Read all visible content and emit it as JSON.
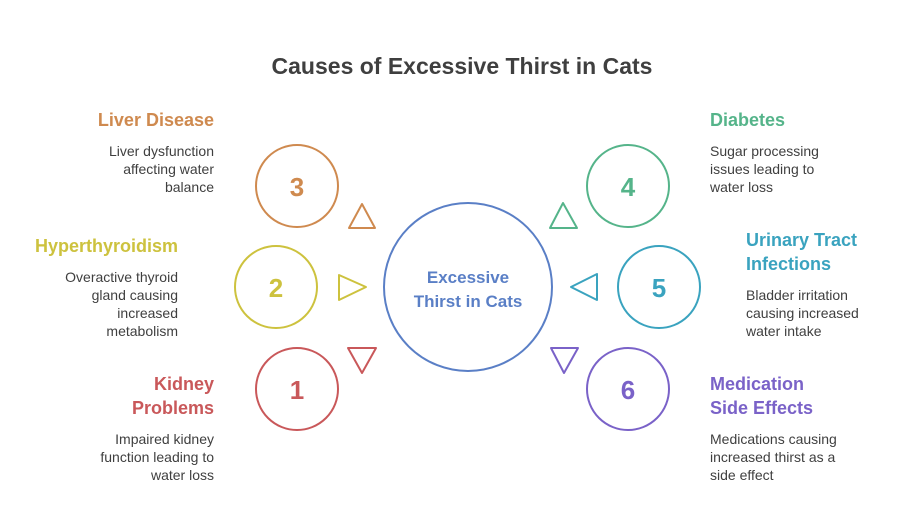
{
  "title": "Causes of Excessive Thirst in Cats",
  "center": {
    "line1": "Excessive",
    "line2": "Thirst in Cats",
    "color": "#5a7fc6"
  },
  "causes": [
    {
      "number": "1",
      "title": "Kidney\nProblems",
      "description": "Impaired kidney\nfunction leading to\nwater loss",
      "color": "#c9585a"
    },
    {
      "number": "2",
      "title": "Hyperthyroidism",
      "description": "Overactive thyroid\ngland causing\nincreased\nmetabolism",
      "color": "#cdc23e"
    },
    {
      "number": "3",
      "title": "Liver Disease",
      "description": "Liver dysfunction\naffecting water\nbalance",
      "color": "#cf8a4f"
    },
    {
      "number": "4",
      "title": "Diabetes",
      "description": "Sugar processing\nissues leading to\nwater loss",
      "color": "#55b48a"
    },
    {
      "number": "5",
      "title": "Urinary Tract\nInfections",
      "description": "Bladder irritation\ncausing increased\nwater intake",
      "color": "#3aa3bf"
    },
    {
      "number": "6",
      "title": "Medication\nSide Effects",
      "description": "Medications causing\nincreased thirst as a\nside effect",
      "color": "#7a62c8"
    }
  ]
}
